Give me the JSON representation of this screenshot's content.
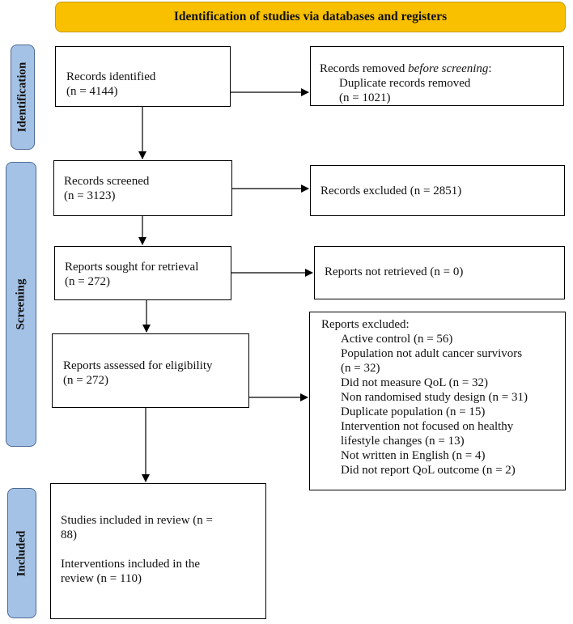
{
  "header": {
    "title": "Identification of studies via databases and registers"
  },
  "stages": {
    "identification": "Identification",
    "screening": "Screening",
    "included": "Included"
  },
  "boxes": {
    "records_identified": {
      "line1": "Records identified",
      "line2": "(n = 4144)"
    },
    "records_removed": {
      "line1_pre": "Records removed ",
      "line1_em": "before screening",
      "line1_post": ":",
      "line2": "Duplicate records removed",
      "line3": "(n = 1021)"
    },
    "records_screened": {
      "line1": "Records screened",
      "line2": "(n = 3123)"
    },
    "records_excluded": {
      "line1": "Records excluded (n = 2851)"
    },
    "reports_sought": {
      "line1": "Reports sought for retrieval",
      "line2": "(n = 272)"
    },
    "reports_not_retrieved": {
      "line1": "Reports not retrieved (n = 0)"
    },
    "reports_assessed": {
      "line1": "Reports assessed for eligibility",
      "line2": "(n = 272)"
    },
    "reports_excluded": {
      "title": "Reports excluded:",
      "items": [
        "Active control (n = 56)",
        "Population not adult cancer survivors",
        "(n = 32)",
        "Did not measure QoL (n = 32)",
        "Non randomised study design (n = 31)",
        "Duplicate population (n = 15)",
        "Intervention not focused on healthy",
        "lifestyle changes (n = 13)",
        "Not written in English (n = 4)",
        "Did not report QoL outcome (n = 2)"
      ]
    },
    "included": {
      "line1": "Studies included in review (n =",
      "line2": "88)",
      "line3": "Interventions included in the",
      "line4": "review (n = 110)"
    }
  }
}
